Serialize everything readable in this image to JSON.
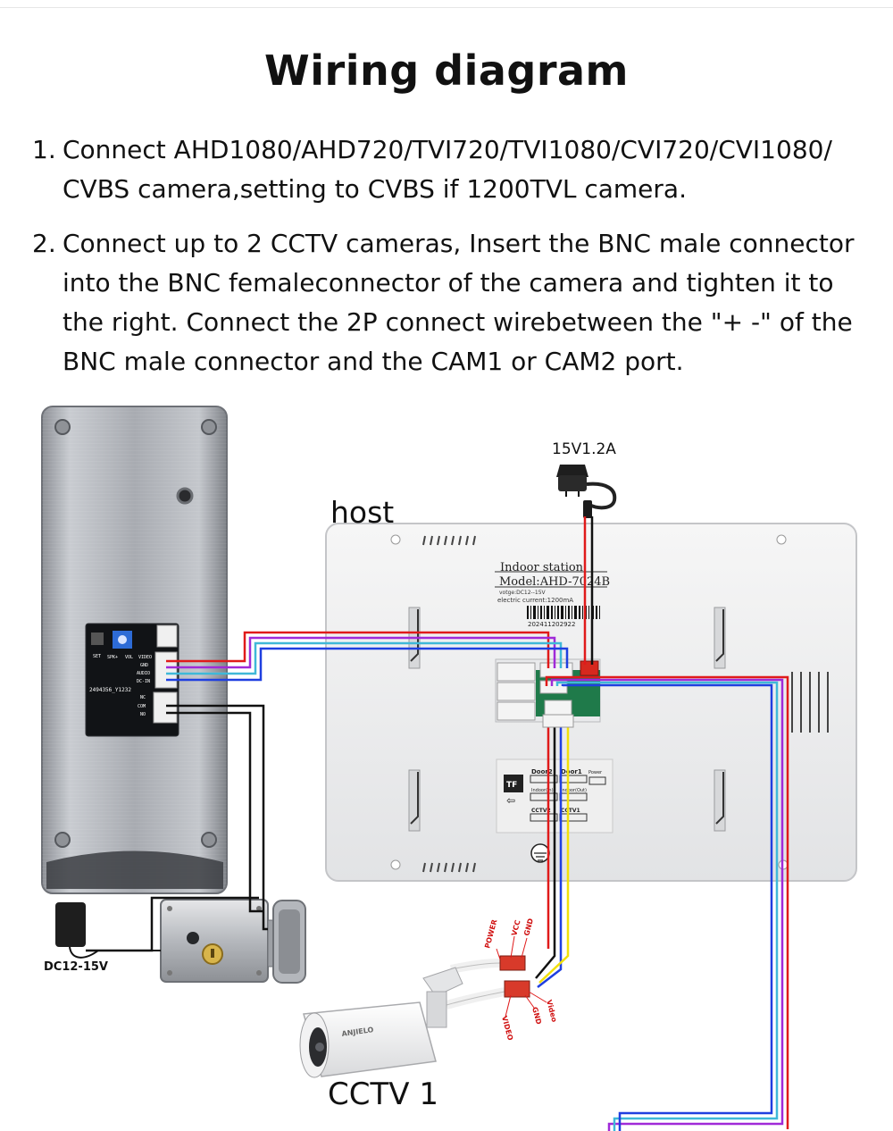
{
  "title": "Wiring diagram",
  "steps": [
    {
      "num": "1.",
      "lines": [
        "Connect AHD1080/AHD720/TVI720/TVI1080/CVI720/CVI1080/",
        "CVBS camera,setting to CVBS if 1200TVL camera."
      ]
    },
    {
      "num": "2.",
      "lines": [
        "Connect up to 2 CCTV cameras, Insert the BNC male connector",
        "into the BNC femaleconnector of the camera and tighten it to",
        "the right. Connect the 2P connect wirebetween the \"+ -\" of the",
        "BNC male connector and the CAM1 or CAM2 port."
      ]
    }
  ],
  "labels": {
    "host": "host",
    "power_supply": "15V1.2A",
    "camera": "CCTV 1",
    "lock_power": "DC12-15V"
  },
  "sticker": {
    "line1": "Indoor station",
    "line2": "Model:AHD-7024B",
    "line3": "votge:DC12--15V",
    "line4": "electric current:1200mA",
    "serial": "202411202922"
  },
  "host_ports": {
    "door2": "Door2",
    "door1": "Door1",
    "power": "Power",
    "indoor_in": "Indoor(In)",
    "indoor_out": "Indoor(Out)",
    "cctv2": "CCTV2",
    "cctv1": "CCTV1",
    "tf": "TF"
  },
  "outdoor_pins": [
    "SET",
    "SPK+",
    "VOL",
    "VIDEO",
    "GND",
    "AUDIO",
    "DC-IN",
    "NC",
    "COM",
    "NO"
  ],
  "outdoor_board": "2494356_Y1232",
  "camera_wires": [
    "POWER",
    "VCC",
    "GND",
    "VIDEO",
    "GND",
    "Video"
  ],
  "wire_colors": {
    "red": "#e01a1a",
    "purple": "#a02ad8",
    "cyan": "#3fb8d8",
    "blue": "#1f3fe0",
    "black": "#111111",
    "yellow": "#f2e00a",
    "white": "#ffffff"
  }
}
